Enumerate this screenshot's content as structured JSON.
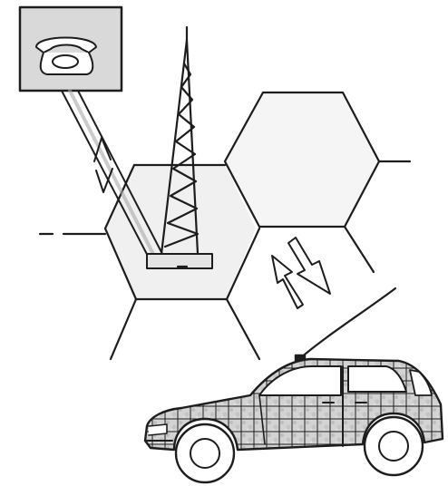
{
  "diagram": {
    "colors": {
      "ink": "#1d1d1d",
      "shade": "#cfcfcf",
      "shade_dark": "#a9a9a9",
      "paper": "#ffffff"
    },
    "elements": {
      "telephone": "telephone-icon",
      "tower": "radio-tower-icon",
      "link": "landline-link",
      "cells": "hexagonal-cell-grid",
      "signal": "two-way-radio-signal-arrows",
      "car": "car-with-antenna-icon"
    }
  }
}
